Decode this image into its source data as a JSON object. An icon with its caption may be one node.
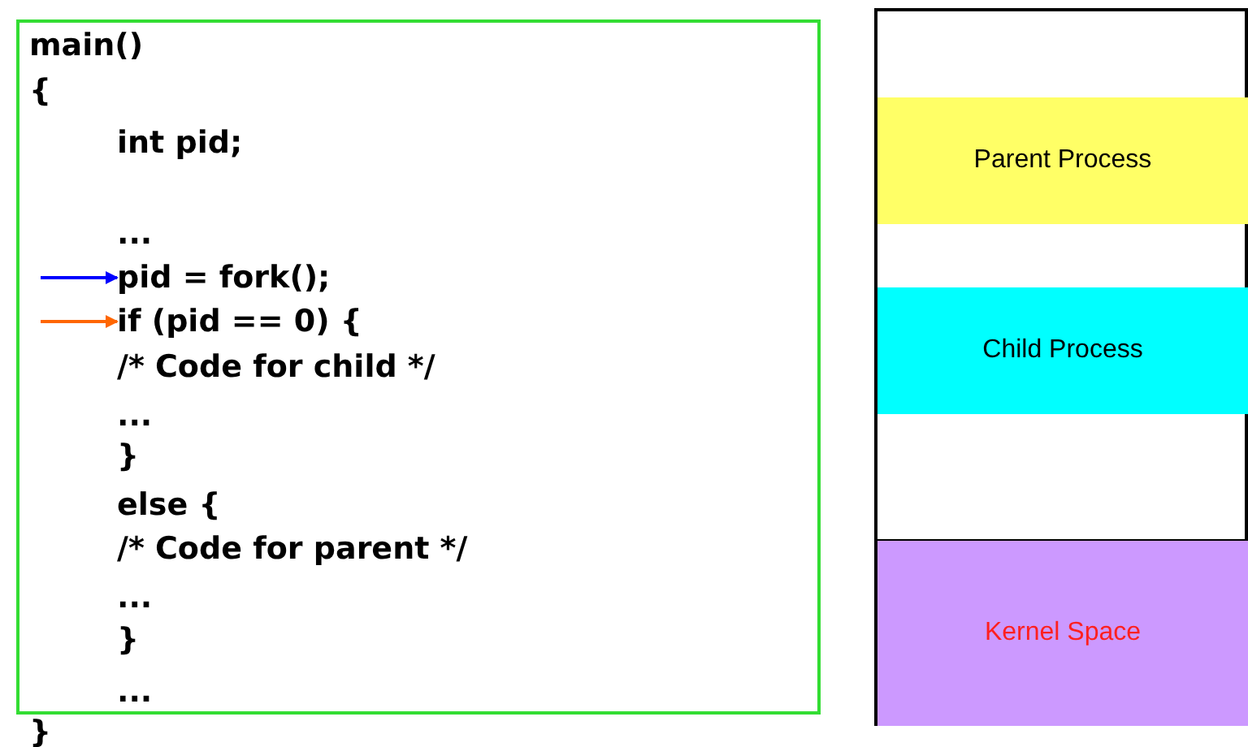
{
  "diagram": {
    "nodes": [
      {
        "text": [],
        "shape": "box"
      },
      {
        "text": [
          "pid = fork();"
        ],
        "in": 0
      },
      {
        "text": [
          "if (pid == 0) {"
        ],
        "in": 0
      },
      {
        "text": [],
        "shape": "box"
      },
      {
        "text": [
          "Parent Process"
        ],
        "in": 3
      },
      {
        "text": [
          "Child Process"
        ],
        "in": 3
      },
      {
        "text": [
          "Kernel Space"
        ],
        "in": 3
      }
    ],
    "edges": [
      {
        "from": null,
        "to": 1,
        "arrow": "to",
        "color": "#0000ff"
      },
      {
        "from": null,
        "to": 2,
        "arrow": "to",
        "color": "#ff6600"
      }
    ],
    "labels": [
      "main()",
      "{",
      "int pid;",
      "...",
      "/* Code for child */",
      "...",
      "}",
      "else {",
      "/* Code for parent */",
      "...",
      "}",
      "...",
      "}"
    ]
  }
}
